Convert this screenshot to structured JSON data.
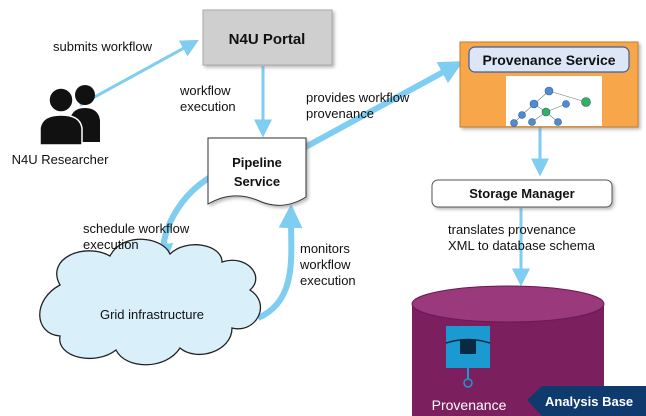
{
  "nodes": {
    "researcher": "N4U Researcher",
    "portal": "N4U Portal",
    "pipeline_line1": "Pipeline",
    "pipeline_line2": "Service",
    "provenance_service": "Provenance Service",
    "storage_manager": "Storage Manager",
    "grid": "Grid infrastructure",
    "provenance_db": "Provenance",
    "analysis_base": "Analysis Base"
  },
  "edges": {
    "submits": "submits workflow",
    "workflow_exec_1": "workflow",
    "workflow_exec_2": "execution",
    "provides_1": "provides workflow",
    "provides_2": "provenance",
    "schedule_1": "schedule workflow",
    "schedule_2": "execution",
    "monitors_1": "monitors",
    "monitors_2": "workflow",
    "monitors_3": "execution",
    "translates_1": "translates provenance",
    "translates_2": "XML to database schema"
  },
  "colors": {
    "arrow": "#7fcdf0",
    "portal_fill": "#cfcfcf",
    "provenance_fill": "#f7a64a",
    "provenance_header": "#dce6f7",
    "cloud_fill": "#d9f0fb",
    "db_fill": "#7b1f5f",
    "badge_fill": "#0e3a6e"
  }
}
